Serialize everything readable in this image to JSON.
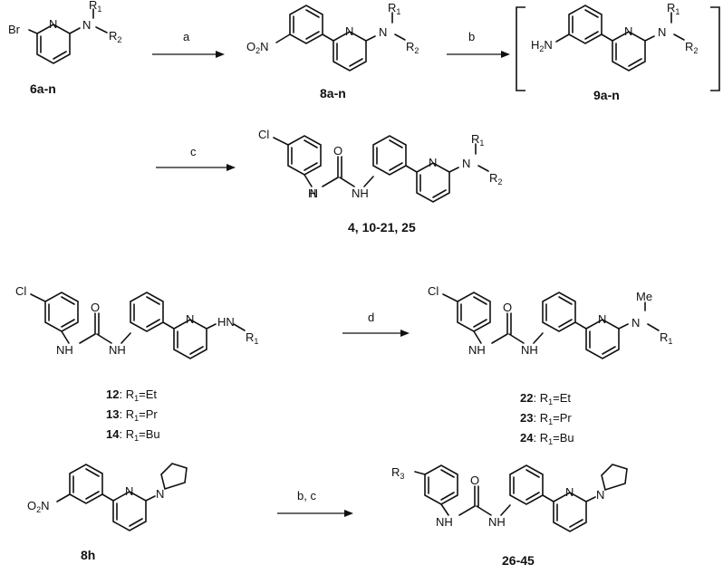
{
  "atoms": {
    "Br": "Br",
    "N": "N",
    "R": "R",
    "one": "1",
    "two": "2",
    "three": "3",
    "H2N": "H2N",
    "O2N": "O2N",
    "Cl": "Cl",
    "O": "O",
    "H": "H",
    "Me": "Me"
  },
  "reagents": {
    "a": "a",
    "b": "b",
    "c": "c",
    "d": "d",
    "bc": "b, c"
  },
  "compounds": {
    "c6": "6a-n",
    "c8": "8a-n",
    "c9": "9a-n",
    "c4": "4, 10-21, 25",
    "c8h": "8h",
    "c26": "26-45"
  },
  "left_labels": [
    {
      "num": "12",
      "rest": ": R",
      "sub": "1",
      "tail": "=Et"
    },
    {
      "num": "13",
      "rest": ": R",
      "sub": "1",
      "tail": "=Pr"
    },
    {
      "num": "14",
      "rest": ": R",
      "sub": "1",
      "tail": "=Bu"
    }
  ],
  "right_labels": [
    {
      "num": "22",
      "rest": ": R",
      "sub": "1",
      "tail": "=Et"
    },
    {
      "num": "23",
      "rest": ": R",
      "sub": "1",
      "tail": "=Pr"
    },
    {
      "num": "24",
      "rest": ": R",
      "sub": "1",
      "tail": "=Bu"
    }
  ]
}
